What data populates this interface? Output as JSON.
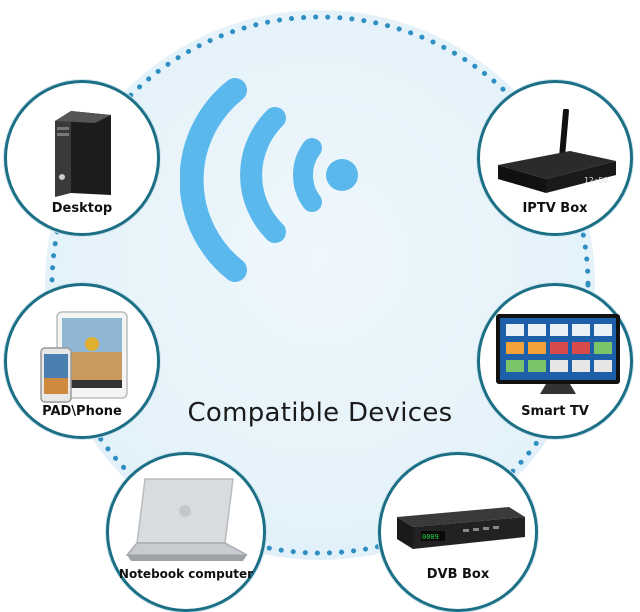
{
  "title": "Compatible Devices",
  "colors": {
    "wifi_blue": "#5bb8ec",
    "ring_dots": "#2e8fc2",
    "circle_border": "#1d6f86",
    "background_disc": "#e6f3fa"
  },
  "devices": [
    {
      "id": "desktop",
      "label": "Desktop",
      "icon": "desktop-tower-icon"
    },
    {
      "id": "iptv",
      "label": "IPTV Box",
      "icon": "iptv-box-icon"
    },
    {
      "id": "pad",
      "label": "PAD\\Phone",
      "icon": "tablet-phone-icon"
    },
    {
      "id": "tv",
      "label": "Smart TV",
      "icon": "smart-tv-icon"
    },
    {
      "id": "notebook",
      "label": "Notebook computer",
      "icon": "laptop-icon"
    },
    {
      "id": "dvb",
      "label": "DVB Box",
      "icon": "dvb-box-icon"
    }
  ],
  "iptv_display": "12:50",
  "dvb_display": "0009"
}
